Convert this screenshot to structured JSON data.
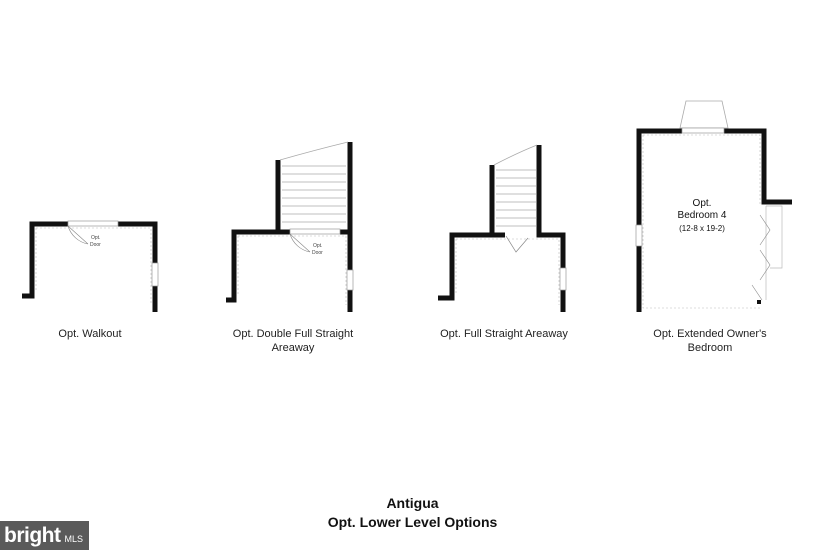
{
  "plans": [
    {
      "caption": "Opt. Walkout",
      "door_label": [
        "Opt.",
        "Door"
      ]
    },
    {
      "caption": "Opt. Double Full Straight Areaway",
      "door_label": [
        "Opt.",
        "Door"
      ]
    },
    {
      "caption": "Opt. Full Straight Areaway"
    },
    {
      "caption": "Opt. Extended Owner's Bedroom",
      "room_label": [
        "Opt.",
        "Bedroom 4",
        "(12-8 x 19-2)"
      ]
    }
  ],
  "title": "Antigua",
  "subtitle": "Opt. Lower Level Options",
  "logo": {
    "text": "bright",
    "suffix": "MLS"
  }
}
